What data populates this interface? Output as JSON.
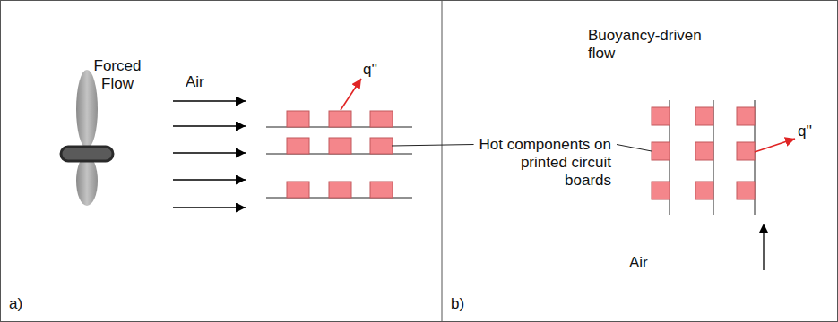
{
  "diagram": {
    "labels": [
      "Forced Flow",
      "Air",
      "q''",
      "Buoyancy-driven flow",
      "Hot components on printed circuit boards",
      "q''",
      "Air",
      "a)",
      "b)"
    ]
  }
}
